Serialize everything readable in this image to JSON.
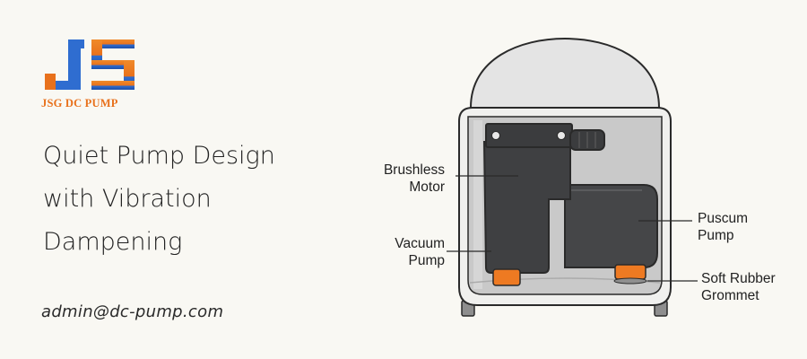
{
  "brand": {
    "logo_text": "JSG DC PUMP",
    "colors": {
      "primary": "#2f6dd0",
      "accent": "#e8711c"
    }
  },
  "headline": {
    "lines": [
      "Quiet Pump Design",
      "with Vibration",
      "Dampening"
    ]
  },
  "contact": {
    "email": "admin@dc-pump.com"
  },
  "diagram": {
    "callouts": {
      "brushless_motor": [
        "Brushless",
        "Motor"
      ],
      "vacuum_pump": [
        "Vacuum",
        "Pump"
      ],
      "puscum_pump": [
        "Puscum",
        "Pump"
      ],
      "soft_rubber_grommet": [
        "Soft Rubber",
        "Grommet"
      ]
    },
    "colors": {
      "housing": "#f0f0ee",
      "dome": "#e4e4e4",
      "interior": "#c9c9c9",
      "pump_body": "#454648",
      "grommet": "#ee7a22",
      "outline": "#2a2a2a"
    }
  }
}
